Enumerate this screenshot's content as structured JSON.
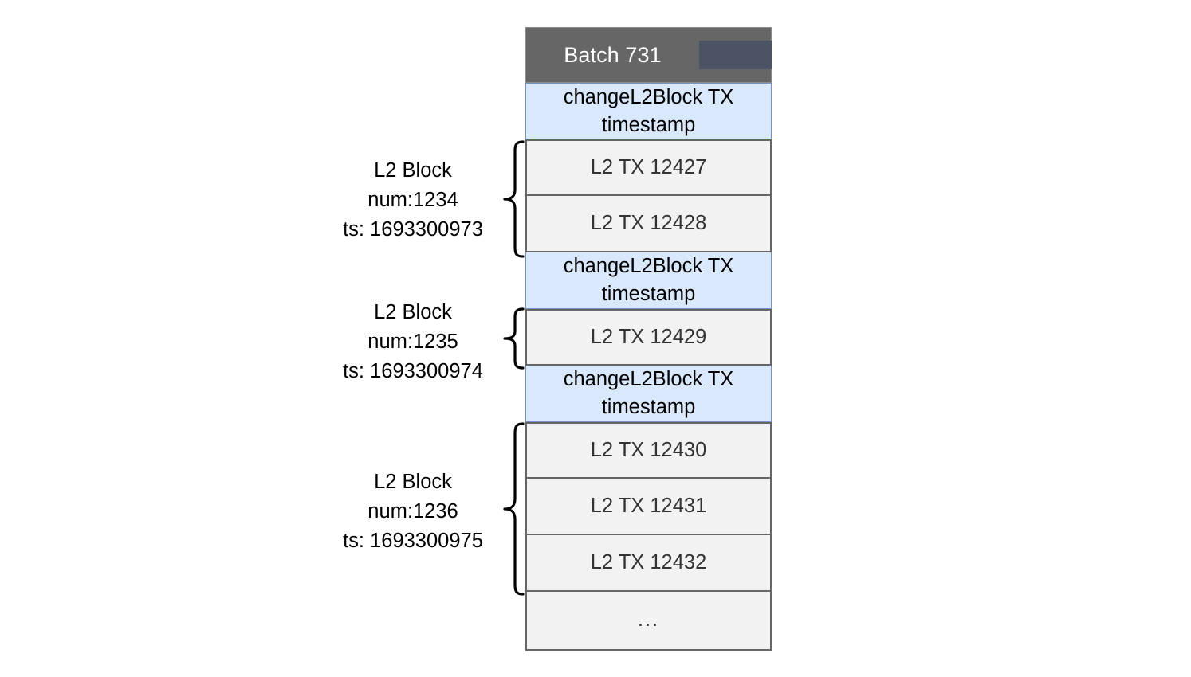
{
  "diagram": {
    "title": "Batch 731",
    "header_label": "Batch 731",
    "colors": {
      "header_bg": "#666666",
      "header_text": "#ffffff",
      "selection_rect": "#4b5365",
      "change_row_bg": "#dae8fc",
      "change_row_border": "#7293c8",
      "tx_row_bg": "#f2f2f2",
      "tx_row_border": "#666666",
      "tx_row_text": "#333333",
      "label_text": "#000000",
      "page_bg": "#ffffff"
    },
    "rows": [
      {
        "kind": "changeL2Block",
        "line1": "changeL2Block TX",
        "line2": "timestamp"
      },
      {
        "kind": "tx",
        "text": "L2 TX 12427"
      },
      {
        "kind": "tx",
        "text": "L2 TX 12428"
      },
      {
        "kind": "changeL2Block",
        "line1": "changeL2Block TX",
        "line2": "timestamp"
      },
      {
        "kind": "tx",
        "text": "L2 TX 12429"
      },
      {
        "kind": "changeL2Block",
        "line1": "changeL2Block TX",
        "line2": "timestamp"
      },
      {
        "kind": "tx",
        "text": "L2 TX 12430"
      },
      {
        "kind": "tx",
        "text": "L2 TX 12431"
      },
      {
        "kind": "tx",
        "text": "L2 TX 12432"
      },
      {
        "kind": "ellipsis",
        "text": "..."
      }
    ],
    "blocks": [
      {
        "name": "L2 Block",
        "num_line": "num:1234",
        "ts_line": "ts: 1693300973",
        "num": "1234",
        "ts": "1693300973",
        "tx_count": 2
      },
      {
        "name": "L2 Block",
        "num_line": "num:1235",
        "ts_line": "ts: 1693300974",
        "num": "1235",
        "ts": "1693300974",
        "tx_count": 1
      },
      {
        "name": "L2 Block",
        "num_line": "num:1236",
        "ts_line": "ts: 1693300975",
        "num": "1236",
        "ts": "1693300975",
        "tx_count": 3
      }
    ]
  }
}
